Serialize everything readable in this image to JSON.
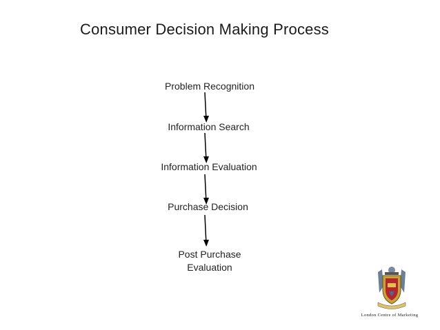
{
  "slide": {
    "title": "Consumer Decision Making Process"
  },
  "steps": [
    {
      "label": "Problem Recognition"
    },
    {
      "label": "Information Search"
    },
    {
      "label": "Information Evaluation"
    },
    {
      "label": "Purchase Decision"
    },
    {
      "label": "Post Purchase Evaluation"
    }
  ],
  "logo": {
    "text": "London Centre of Marketing"
  },
  "colors": {
    "text": "#1a1a1a",
    "arrow": "#000000",
    "crest_gold": "#c8a23a",
    "crest_red": "#b3262b",
    "crest_blue": "#3e6fa8"
  }
}
